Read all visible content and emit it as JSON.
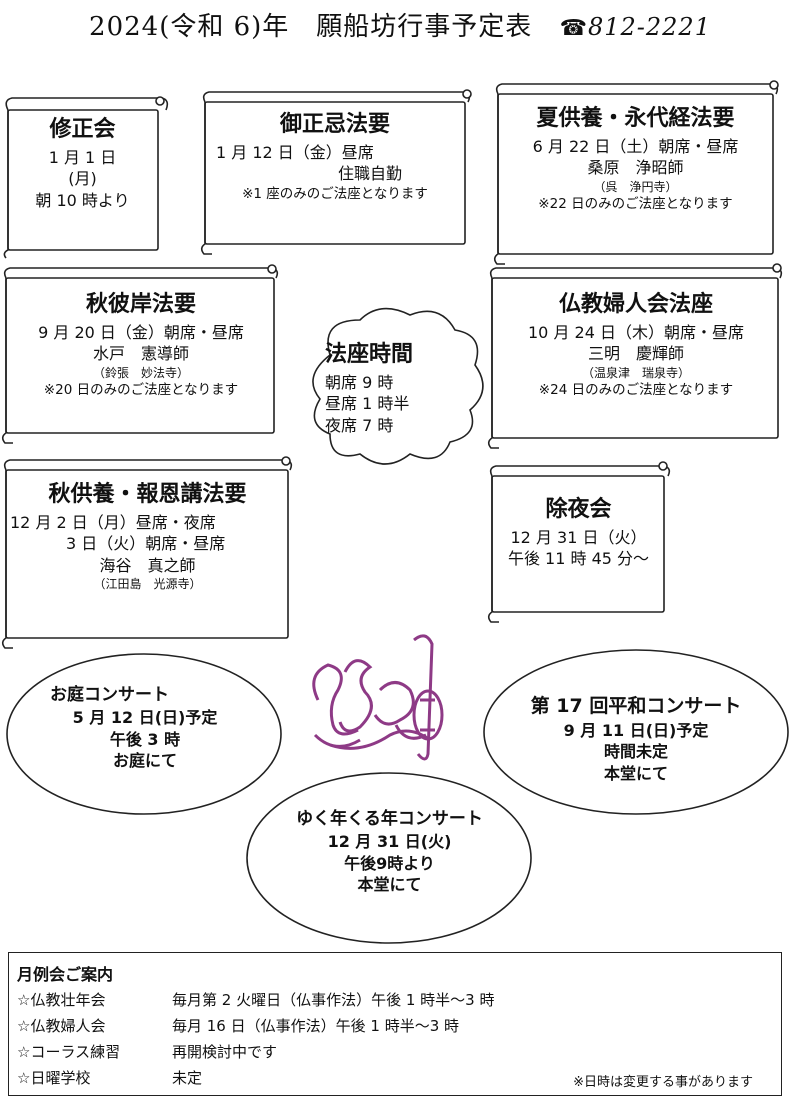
{
  "header": {
    "title": "2024(令和 6)年　願船坊行事予定表",
    "phone_icon": "☎",
    "phone": "812-2221"
  },
  "events": {
    "shusho": {
      "title": "修正会",
      "lines": [
        "1 月 1 日",
        "(月)",
        "朝 10 時より"
      ]
    },
    "goshoki": {
      "title": "御正忌法要",
      "line1": "1 月 12 日（金）昼席",
      "line2": "住職自勤",
      "note": "※1 座のみのご法座となります"
    },
    "natsu": {
      "title": "夏供養・永代経法要",
      "line1": "6 月 22 日（土）朝席・昼席",
      "speaker": "桑原　浄昭師",
      "temple": "（呉　浄円寺）",
      "note": "※22 日のみのご法座となります"
    },
    "aki_higan": {
      "title": "秋彼岸法要",
      "line1": "9 月 20 日（金）朝席・昼席",
      "speaker": "水戸　憲導師",
      "temple": "（鈴張　妙法寺）",
      "note": "※20 日のみのご法座となります"
    },
    "fujinkai": {
      "title": "仏教婦人会法座",
      "line1": "10 月 24 日（木）朝席・昼席",
      "speaker": "三明　慶輝師",
      "temple": "（温泉津　瑞泉寺）",
      "note": "※24 日のみのご法座となります"
    },
    "hoon": {
      "title": "秋供養・報恩講法要",
      "line1": "12 月 2 日（月）昼席・夜席",
      "line2": "3 日（火）朝席・昼席",
      "speaker": "海谷　真之師",
      "temple": "（江田島　光源寺）"
    },
    "joya": {
      "title": "除夜会",
      "line1": "12 月 31 日（火）",
      "line2": "午後 11 時 45 分～"
    }
  },
  "hoza_times": {
    "title": "法座時間",
    "lines": [
      "朝席 9 時",
      "昼席 1 時半",
      "夜席 7 時"
    ]
  },
  "concerts": {
    "niwa": {
      "title": "お庭コンサート",
      "date": "5 月 12 日(日)予定",
      "time": "午後 3 時",
      "place": "お庭にて"
    },
    "heiwa": {
      "title": "第 17 回平和コンサート",
      "date": "9 月 11 日(日)予定",
      "time": "時間未定",
      "place": "本堂にて"
    },
    "yukutoshi": {
      "title": "ゆく年くる年コンサート",
      "date": "12 月 31 日(火)",
      "time": "午後9時より",
      "place": "本堂にて"
    }
  },
  "logo": {
    "icon": "music-logo-icon",
    "color": "#8e3a86"
  },
  "monthly": {
    "title": "月例会ご案内",
    "rows": [
      {
        "name": "☆仏教壮年会",
        "detail": "毎月第 2 火曜日（仏事作法）午後 1 時半～3 時"
      },
      {
        "name": "☆仏教婦人会",
        "detail": "毎月 16 日（仏事作法）午後 1 時半～3 時"
      },
      {
        "name": "☆コーラス練習",
        "detail": "再開検討中です"
      },
      {
        "name": "☆日曜学校",
        "detail": "未定"
      }
    ],
    "note": "※日時は変更する事があります"
  }
}
